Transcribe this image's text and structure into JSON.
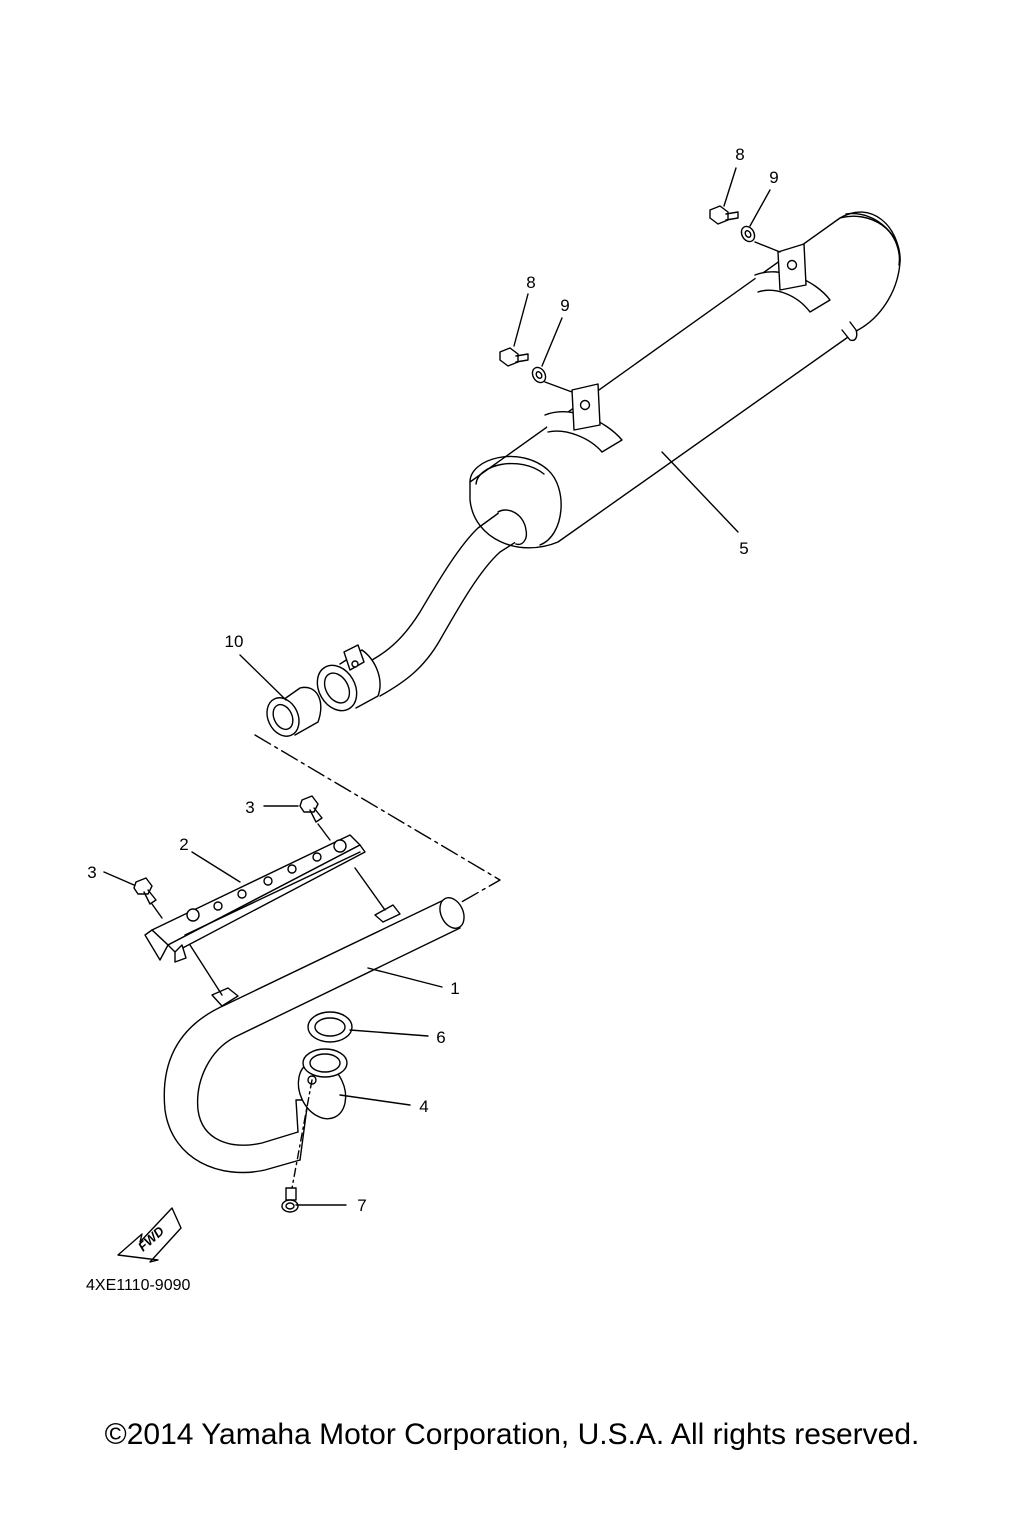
{
  "callouts": {
    "c8a": "8",
    "c9a": "9",
    "c8b": "8",
    "c9b": "9",
    "c5": "5",
    "c10": "10",
    "c3a": "3",
    "c3b": "3",
    "c2": "2",
    "c1": "1",
    "c6": "6",
    "c4": "4",
    "c7": "7"
  },
  "fwd_label": "FWD",
  "part_number": "4XE1110-9090",
  "copyright": "©2014 Yamaha Motor Corporation, U.S.A. All rights reserved.",
  "icons": [
    "hex-bolt-icon",
    "washer-icon",
    "gasket-icon",
    "fwd-arrow-icon"
  ]
}
